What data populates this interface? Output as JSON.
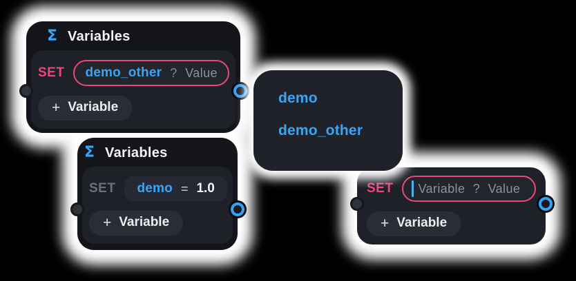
{
  "colors": {
    "canvas": "#000000",
    "glow": "#ffffff",
    "node_bg": "#14151b",
    "body_bg": "#1e2128",
    "button_bg": "#2a2d35",
    "accent_blue": "#38a5f6",
    "accent_pink": "#ec4680",
    "muted_gray": "#8f929a"
  },
  "nodes": {
    "top": {
      "icon": "Σ",
      "title": "Variables",
      "set": "SET",
      "variable": "demo_other",
      "q": "?",
      "value_placeholder": "Value",
      "plus": "+",
      "add_label": "Variable"
    },
    "middle": {
      "icon": "Σ",
      "title": "Variables",
      "set": "SET",
      "variable": "demo",
      "eq": "=",
      "value": "1.0",
      "plus": "+",
      "add_label": "Variable"
    },
    "right": {
      "set": "SET",
      "placeholder": "Variable ? Value",
      "plus": "+",
      "add_label": "Variable"
    }
  },
  "autocomplete": {
    "items": [
      "demo",
      "demo_other"
    ]
  }
}
